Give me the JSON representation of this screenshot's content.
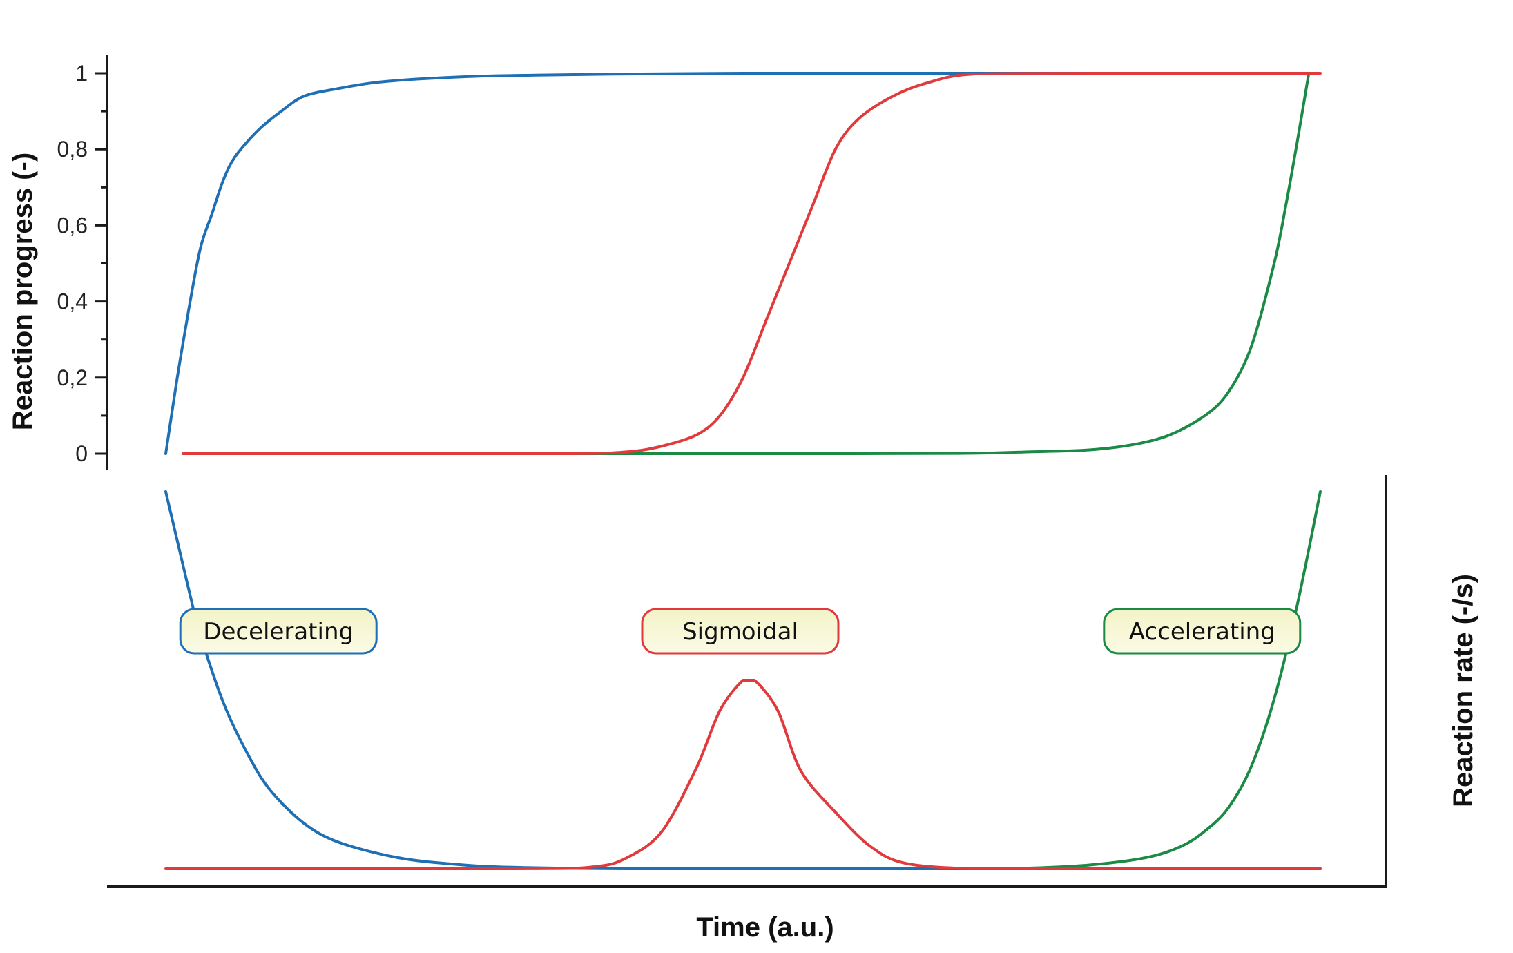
{
  "chart_data": [
    {
      "type": "line",
      "panel": "top",
      "ylabel": "Reaction progress (-)",
      "ylim": [
        0,
        1
      ],
      "yticks": [
        "0",
        "0,2",
        "0,4",
        "0,6",
        "0,8",
        "1"
      ],
      "xlabel": "Time (a.u.)",
      "xlim": [
        0,
        1
      ],
      "series": [
        {
          "name": "Decelerating",
          "color": "#1f6fb5",
          "x": [
            0.0,
            0.01,
            0.02,
            0.03,
            0.04,
            0.05,
            0.06,
            0.08,
            0.1,
            0.12,
            0.15,
            0.18,
            0.22,
            0.27,
            0.32,
            0.4,
            0.5,
            0.65,
            0.8,
            0.99
          ],
          "y": [
            0.0,
            0.2,
            0.38,
            0.54,
            0.63,
            0.72,
            0.78,
            0.85,
            0.9,
            0.94,
            0.96,
            0.975,
            0.985,
            0.992,
            0.995,
            0.998,
            1.0,
            1.0,
            1.0,
            1.0
          ]
        },
        {
          "name": "Sigmoidal",
          "color": "#e03a3c",
          "x": [
            0.015,
            0.2,
            0.35,
            0.4,
            0.43,
            0.46,
            0.48,
            0.5,
            0.52,
            0.54,
            0.56,
            0.58,
            0.6,
            0.63,
            0.66,
            0.7,
            0.8,
            1.0
          ],
          "y": [
            0.0,
            0.0,
            0.0,
            0.005,
            0.02,
            0.05,
            0.1,
            0.2,
            0.35,
            0.5,
            0.65,
            0.8,
            0.88,
            0.94,
            0.975,
            0.998,
            1.0,
            1.0
          ]
        },
        {
          "name": "Accelerating",
          "color": "#1a8a45",
          "x": [
            0.3,
            0.6,
            0.7,
            0.75,
            0.8,
            0.84,
            0.87,
            0.9,
            0.92,
            0.94,
            0.96,
            0.97,
            0.98,
            0.99
          ],
          "y": [
            0.0,
            0.0,
            0.001,
            0.005,
            0.01,
            0.025,
            0.05,
            0.1,
            0.16,
            0.28,
            0.5,
            0.65,
            0.82,
            1.0
          ]
        }
      ]
    },
    {
      "type": "line",
      "panel": "bottom",
      "ylabel": "Reaction rate (-/s)",
      "xlabel": "Time (a.u.)",
      "xlim": [
        0,
        1
      ],
      "ylim": [
        0,
        1
      ],
      "series": [
        {
          "name": "Decelerating",
          "color": "#1f6fb5",
          "x": [
            0.0,
            0.01,
            0.02,
            0.03,
            0.05,
            0.07,
            0.09,
            0.12,
            0.15,
            0.2,
            0.25,
            0.3,
            0.4,
            0.6,
            0.8,
            1.0
          ],
          "y": [
            1.0,
            0.87,
            0.74,
            0.62,
            0.44,
            0.31,
            0.21,
            0.12,
            0.07,
            0.03,
            0.012,
            0.004,
            0.0,
            0.0,
            0.0,
            0.0
          ]
        },
        {
          "name": "Sigmoidal",
          "color": "#e03a3c",
          "x": [
            0.0,
            0.3,
            0.37,
            0.4,
            0.43,
            0.46,
            0.48,
            0.5,
            0.51,
            0.53,
            0.55,
            0.58,
            0.61,
            0.64,
            0.7,
            0.8,
            1.0
          ],
          "y": [
            0.0,
            0.0,
            0.005,
            0.03,
            0.1,
            0.27,
            0.42,
            0.5,
            0.5,
            0.42,
            0.26,
            0.15,
            0.06,
            0.015,
            0.0,
            0.0,
            0.0
          ]
        },
        {
          "name": "Accelerating",
          "color": "#1a8a45",
          "x": [
            0.4,
            0.7,
            0.75,
            0.8,
            0.85,
            0.88,
            0.9,
            0.92,
            0.94,
            0.96,
            0.98,
            1.0
          ],
          "y": [
            0.0,
            0.0,
            0.002,
            0.01,
            0.03,
            0.06,
            0.1,
            0.16,
            0.27,
            0.45,
            0.7,
            1.0
          ]
        }
      ]
    }
  ],
  "legend": [
    {
      "label": "Decelerating",
      "color": "#1f6fb5"
    },
    {
      "label": "Sigmoidal",
      "color": "#e03a3c"
    },
    {
      "label": "Accelerating",
      "color": "#1a8a45"
    }
  ]
}
